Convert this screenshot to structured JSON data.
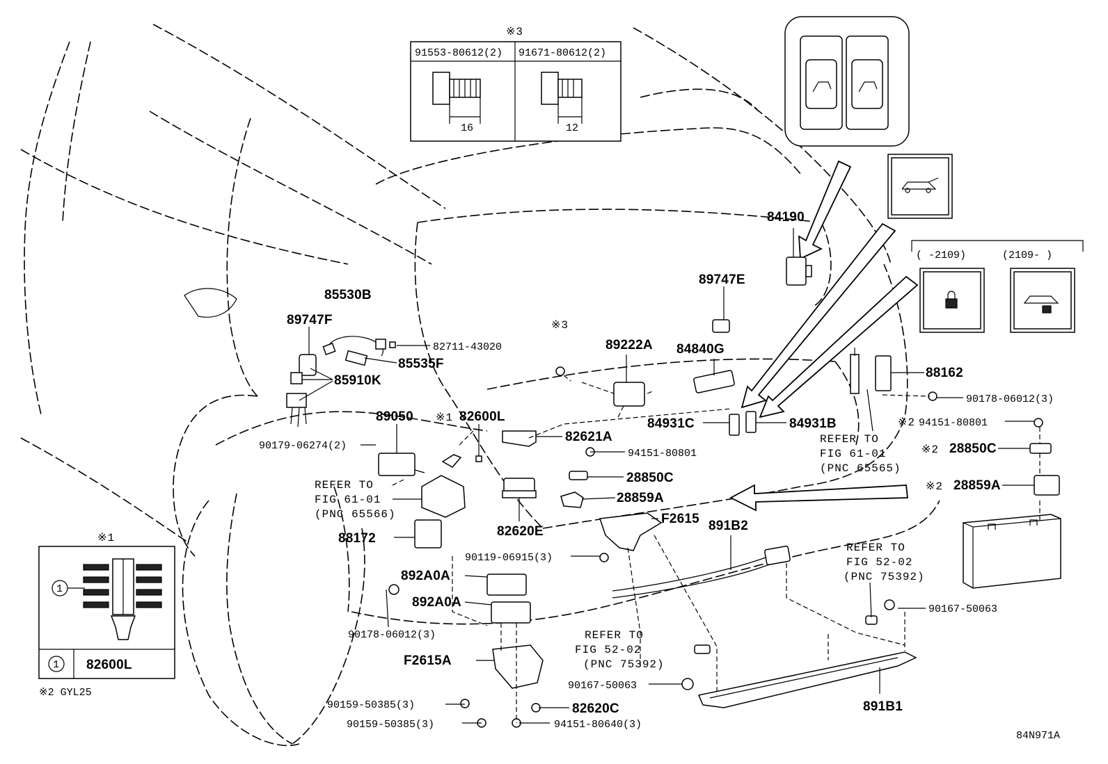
{
  "figure_code": "84N971A",
  "notes": {
    "sym1": "※1",
    "sym2": "※2",
    "sym3": "※3",
    "sym2_note": "※2 GYL25"
  },
  "fastener_table": {
    "col1_part": "91553-80612(2)",
    "col1_dim": "16",
    "col2_part": "91671-80612(2)",
    "col2_dim": "12"
  },
  "clip_legend": {
    "callout": "1",
    "part": "82600L"
  },
  "switch_variants": {
    "left": "(    -2109)",
    "right": "(2109-    )"
  },
  "labels": {
    "p85530B": "85530B",
    "p89747F": "89747F",
    "p82711_43020": "82711-43020",
    "p85535F": "85535F",
    "p85910K": "85910K",
    "p89050": "89050",
    "p82600L": "82600L",
    "p90179_06274": "90179-06274(2)",
    "p82621A": "82621A",
    "p94151_80801a": "94151-80801",
    "p28850C_a": "28850C",
    "p28859A_a": "28859A",
    "p82620E": "82620E",
    "p88172": "88172",
    "p90119_06915": "90119-06915(3)",
    "p892A0A_1": "892A0A",
    "p892A0A_2": "892A0A",
    "p90178_06012a": "90178-06012(3)",
    "pF2615A": "F2615A",
    "p90159_50385a": "90159-50385(3)",
    "p90159_50385b": "90159-50385(3)",
    "p82620C": "82620C",
    "p94151_80640": "94151-80640(3)",
    "p90167_50063a": "90167-50063",
    "p891B1": "891B1",
    "pF2615": "F2615",
    "p891B2": "891B2",
    "p89222A": "89222A",
    "p84840G": "84840G",
    "p89747E": "89747E",
    "p84190": "84190",
    "p84931C": "84931C",
    "p84931B": "84931B",
    "p88162": "88162",
    "p90178_06012b": "90178-06012(3)",
    "p94151_80801b": "94151-80801",
    "p28850C_b": "28850C",
    "p28859A_b": "28859A",
    "p90167_50063b": "90167-50063"
  },
  "refer_notes": {
    "r1_l1": "REFER TO",
    "r1_l2": "FIG 61-01",
    "r1_l3": "(PNC 65566)",
    "r2_l1": "REFER TO",
    "r2_l2": "FIG 61-01",
    "r2_l3": "(PNC 65565)",
    "r3_l1": "REFER TO",
    "r3_l2": "FIG 52-02",
    "r3_l3": "(PNC 75392)",
    "r4_l1": "REFER TO",
    "r4_l2": "FIG 52-02",
    "r4_l3": "(PNC 75392)"
  },
  "icons": [
    "power-door-switch-icon",
    "liftgate-open-icon",
    "lock-icon",
    "liftgate-lock-icon",
    "battery-icon"
  ]
}
